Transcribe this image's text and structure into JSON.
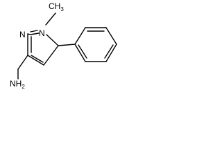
{
  "structure": {
    "atoms": {
      "n_methyl": "N",
      "n_ring": "N",
      "methyl": "CH",
      "methyl_subscript": "3",
      "amine": "NH",
      "amine_subscript": "2"
    }
  }
}
